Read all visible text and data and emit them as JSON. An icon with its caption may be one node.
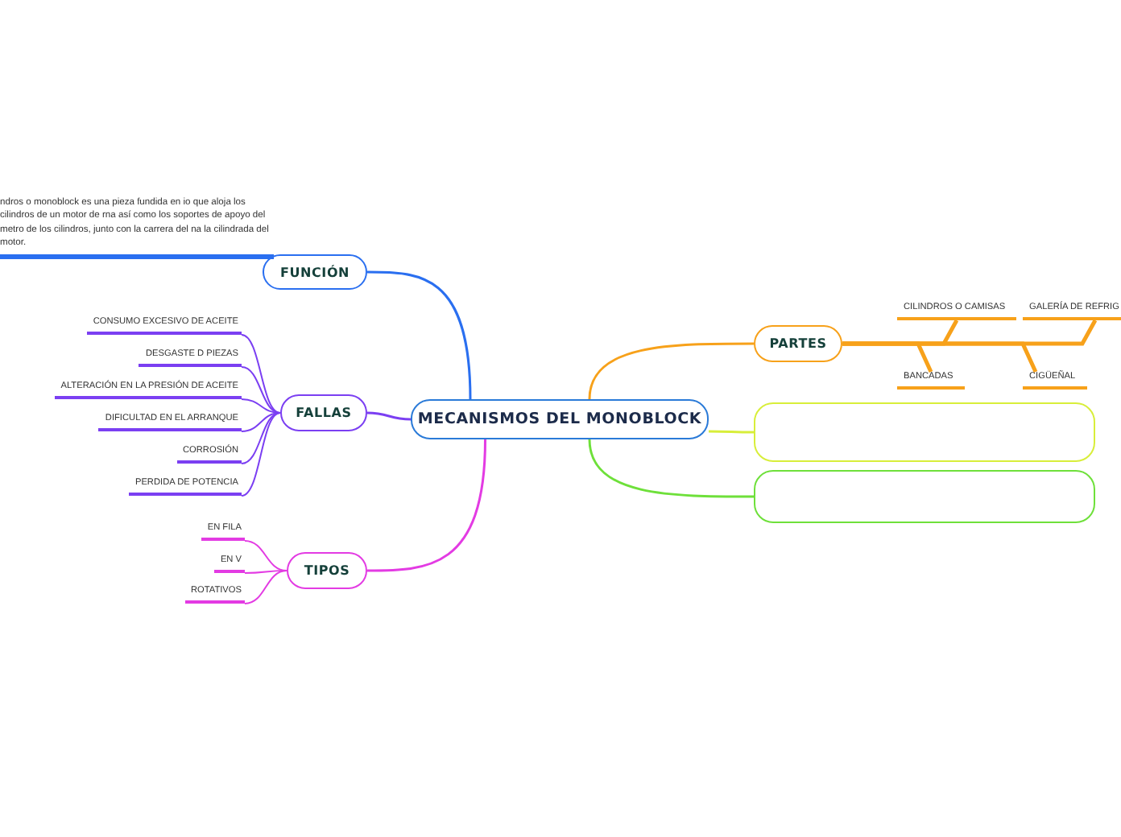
{
  "diagram": {
    "nodes": [
      {
        "text": [
          "MECANISMOS DEL MONOBLOCK"
        ]
      },
      {
        "text": [
          "FUNCIÓN"
        ]
      },
      {
        "text": [
          "ndros o monoblock es una pieza fundida en io que aloja los cilindros de un motor de rna así como los soportes de apoyo del metro de los cilindros, junto con la carrera del na la cilindrada del motor."
        ]
      },
      {
        "text": [
          "FALLAS"
        ]
      },
      {
        "text": [
          "CONSUMO EXCESIVO DE ACEITE"
        ]
      },
      {
        "text": [
          "DESGASTE D PIEZAS"
        ]
      },
      {
        "text": [
          "ALTERACIÓN EN LA PRESIÓN DE ACEITE"
        ]
      },
      {
        "text": [
          "DIFICULTAD EN EL ARRANQUE"
        ]
      },
      {
        "text": [
          "CORROSIÓN"
        ]
      },
      {
        "text": [
          "PERDIDA DE POTENCIA"
        ]
      },
      {
        "text": [
          "TIPOS"
        ]
      },
      {
        "text": [
          "EN FILA"
        ]
      },
      {
        "text": [
          "EN V"
        ]
      },
      {
        "text": [
          "ROTATIVOS"
        ]
      },
      {
        "text": [
          "PARTES"
        ]
      },
      {
        "text": [
          "CILINDROS O CAMISAS"
        ]
      },
      {
        "text": [
          "GALERÍA DE REFRIG"
        ]
      },
      {
        "text": [
          "BANCADAS"
        ]
      },
      {
        "text": [
          "CIGÜEÑAL"
        ]
      },
      {
        "text": [],
        "shape": "box"
      },
      {
        "text": [],
        "shape": "box"
      }
    ],
    "edges": [
      {
        "from": 0,
        "to": 1,
        "arrow": "none",
        "color": "#2a6ff0"
      },
      {
        "from": 1,
        "to": 2,
        "arrow": "none",
        "color": "#2a6ff0"
      },
      {
        "from": 0,
        "to": 3,
        "arrow": "none",
        "color": "#7b3ff2"
      },
      {
        "from": 3,
        "to": 4,
        "arrow": "none",
        "color": "#7b3ff2"
      },
      {
        "from": 3,
        "to": 5,
        "arrow": "none",
        "color": "#7b3ff2"
      },
      {
        "from": 3,
        "to": 6,
        "arrow": "none",
        "color": "#7b3ff2"
      },
      {
        "from": 3,
        "to": 7,
        "arrow": "none",
        "color": "#7b3ff2"
      },
      {
        "from": 3,
        "to": 8,
        "arrow": "none",
        "color": "#7b3ff2"
      },
      {
        "from": 3,
        "to": 9,
        "arrow": "none",
        "color": "#7b3ff2"
      },
      {
        "from": 0,
        "to": 10,
        "arrow": "none",
        "color": "#e33be3"
      },
      {
        "from": 10,
        "to": 11,
        "arrow": "none",
        "color": "#e33be3"
      },
      {
        "from": 10,
        "to": 12,
        "arrow": "none",
        "color": "#e33be3"
      },
      {
        "from": 10,
        "to": 13,
        "arrow": "none",
        "color": "#e33be3"
      },
      {
        "from": 0,
        "to": 14,
        "arrow": "none",
        "color": "#f7a11a"
      },
      {
        "from": 14,
        "to": 15,
        "arrow": "none",
        "color": "#f7a11a"
      },
      {
        "from": 14,
        "to": 16,
        "arrow": "none",
        "color": "#f7a11a"
      },
      {
        "from": 14,
        "to": 17,
        "arrow": "none",
        "color": "#f7a11a"
      },
      {
        "from": 14,
        "to": 18,
        "arrow": "none",
        "color": "#f7a11a"
      },
      {
        "from": 0,
        "to": 19,
        "arrow": "none",
        "color": "#d8ee3a"
      },
      {
        "from": 0,
        "to": 20,
        "arrow": "none",
        "color": "#6ee03a"
      }
    ]
  }
}
